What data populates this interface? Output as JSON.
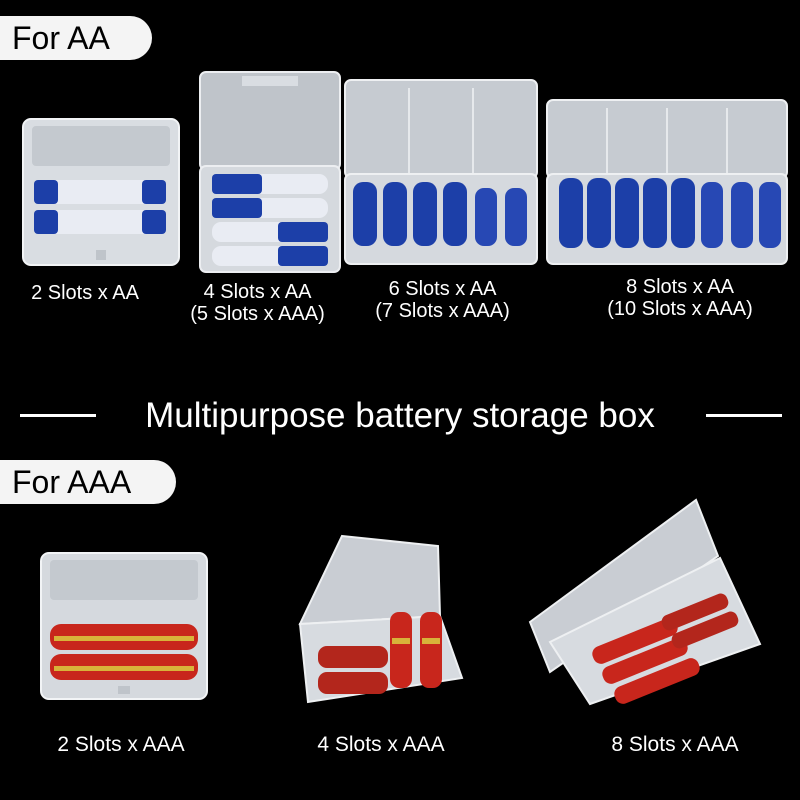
{
  "sections": {
    "aa_tag": "For AA",
    "aaa_tag": "For AAA"
  },
  "headline": "Multipurpose battery storage box",
  "aa_boxes": [
    {
      "line1": "2 Slots x AA",
      "line2": ""
    },
    {
      "line1": "4 Slots x AA",
      "line2": "(5 Slots x AAA)"
    },
    {
      "line1": "6 Slots x AA",
      "line2": "(7 Slots x AAA)"
    },
    {
      "line1": "8 Slots x AA",
      "line2": "(10 Slots x AAA)"
    }
  ],
  "aaa_boxes": [
    {
      "line1": "2 Slots x AAA"
    },
    {
      "line1": "4 Slots x AAA"
    },
    {
      "line1": "8 Slots x AAA"
    }
  ],
  "colors": {
    "background": "#000000",
    "tag_background": "#f4f4f4",
    "aa_battery": "#1c3fa8",
    "aaa_battery": "#c8261c",
    "aaa_band": "#d8b23a"
  }
}
